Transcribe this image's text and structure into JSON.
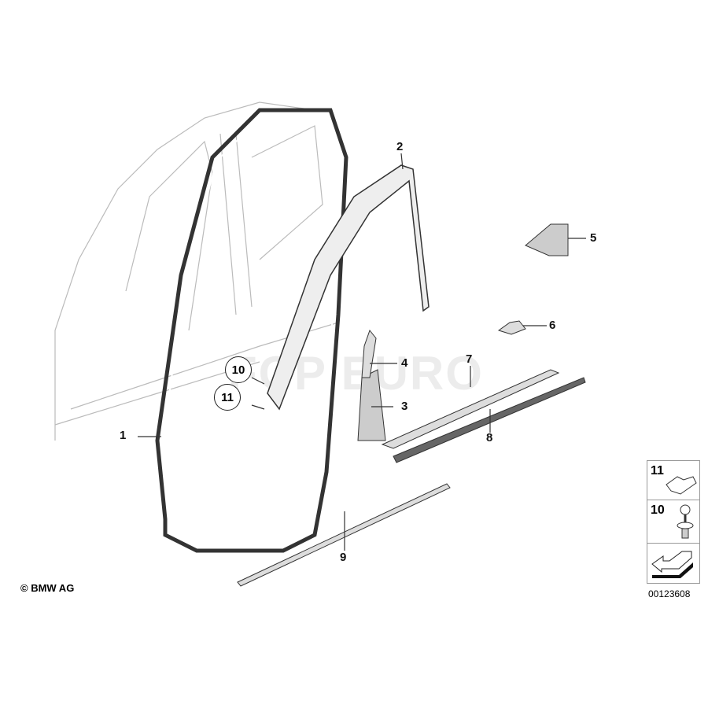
{
  "watermark": "FCP EURO",
  "copyright": "© BMW AG",
  "doc_number": "00123608",
  "callouts": [
    {
      "id": "1",
      "label": "1"
    },
    {
      "id": "2",
      "label": "2"
    },
    {
      "id": "3",
      "label": "3"
    },
    {
      "id": "4",
      "label": "4"
    },
    {
      "id": "5",
      "label": "5"
    },
    {
      "id": "6",
      "label": "6"
    },
    {
      "id": "7",
      "label": "7"
    },
    {
      "id": "8",
      "label": "8"
    },
    {
      "id": "9",
      "label": "9"
    },
    {
      "id": "10",
      "label": "10"
    },
    {
      "id": "11",
      "label": "11"
    }
  ],
  "legend": [
    {
      "label": "11"
    },
    {
      "label": "10"
    }
  ]
}
